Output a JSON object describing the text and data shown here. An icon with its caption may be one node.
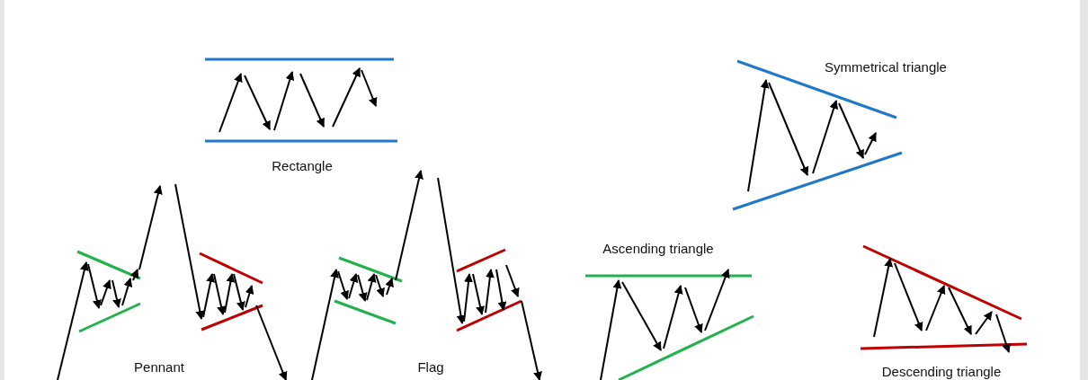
{
  "diagram": {
    "labels": [
      "Symmetrical triangle",
      "Rectangle",
      "Ascending triangle",
      "Pennant",
      "Flag",
      "Descending triangle"
    ]
  }
}
